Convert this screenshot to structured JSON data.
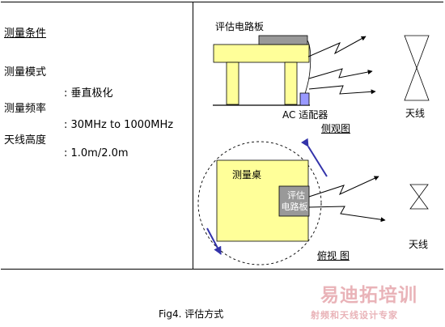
{
  "left": {
    "heading": "测量条件",
    "mode_label": "测量模式",
    "freq_label": "测量频率",
    "height_label": "天线高度",
    "mode_value": ": 垂直极化",
    "freq_value": ": 30MHz to 1000MHz",
    "height_value": ": 1.0m/2.0m"
  },
  "side_view": {
    "board_label": "评估电路板",
    "adapter_label": "AC 适配器",
    "antenna_label": "天线",
    "caption": "侧观图"
  },
  "top_view": {
    "table_label": "测量桌",
    "board_label_line1": "评估",
    "board_label_line2": "电路板",
    "antenna_label": "天线",
    "caption": "俯视 图"
  },
  "figure_caption": "Fig4. 评估方式",
  "watermark": {
    "brand": "易迪拓培训",
    "tagline": "射频和天线设计专家"
  },
  "colors": {
    "table_fill": "#ffff99",
    "board_fill": "#999999",
    "arrow_blue": "#3333aa",
    "watermark": "#e9b3b8"
  }
}
